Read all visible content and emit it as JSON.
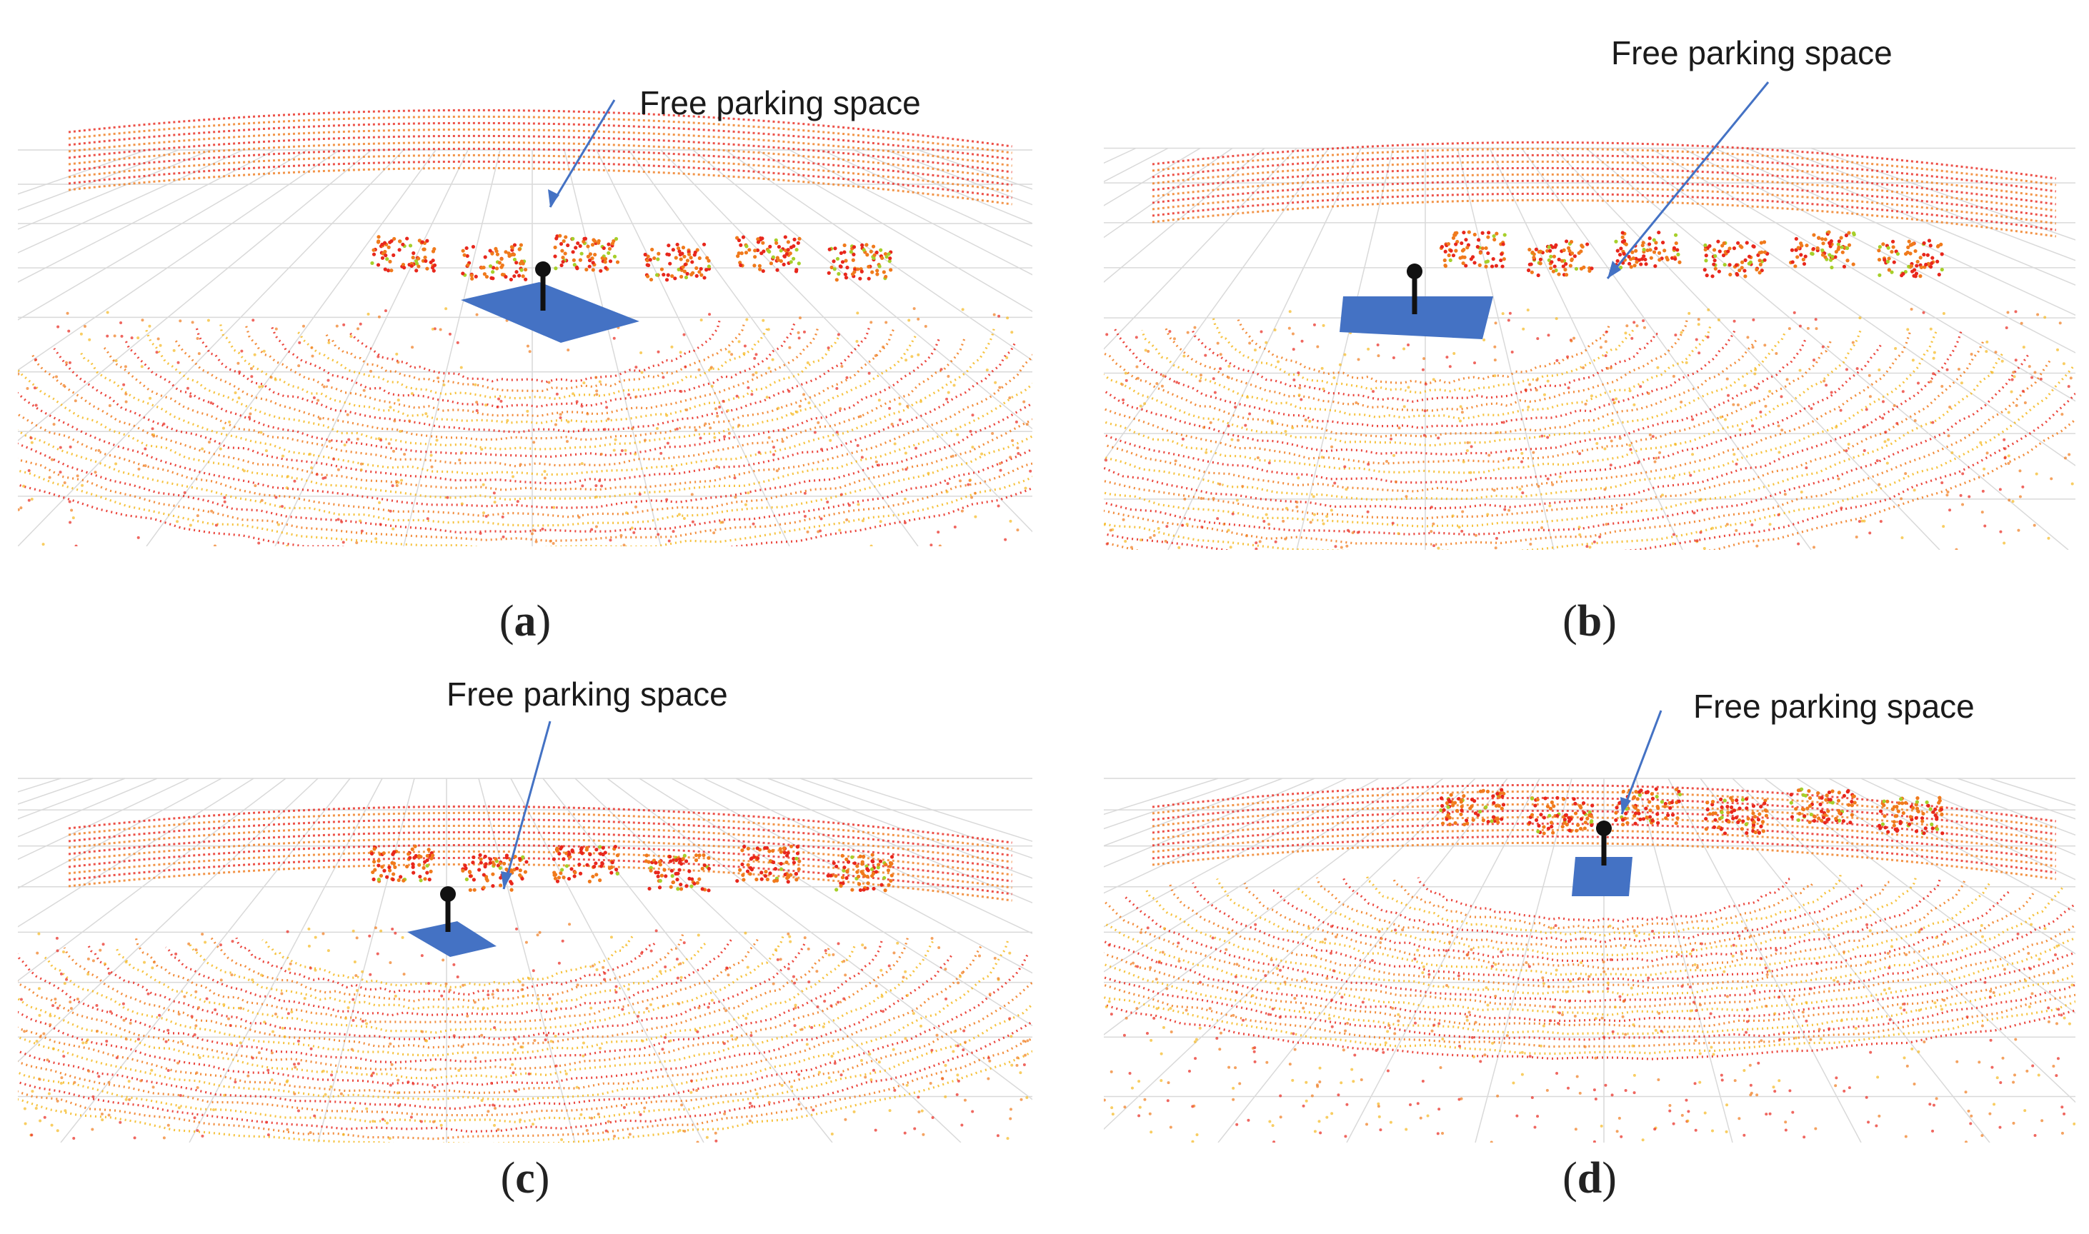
{
  "figure": {
    "panels": [
      {
        "id": "a",
        "caption_letter": "a",
        "annotation": "Free parking space"
      },
      {
        "id": "b",
        "caption_letter": "b",
        "annotation": "Free parking space"
      },
      {
        "id": "c",
        "caption_letter": "c",
        "annotation": "Free parking space"
      },
      {
        "id": "d",
        "caption_letter": "d",
        "annotation": "Free parking space"
      }
    ],
    "colors": {
      "background": "#ffffff",
      "grid": "#d9d9d9",
      "point_red": "#e8271c",
      "point_orange": "#f07a1c",
      "point_yellow": "#f5b820",
      "point_green": "#a6cf2a",
      "vehicle_marker": "#4472c4",
      "arrow": "#4472c4",
      "sensor_pole": "#111111"
    },
    "icons": [
      "lidar-sensor-icon",
      "vehicle-footprint-icon",
      "arrow-icon"
    ]
  }
}
